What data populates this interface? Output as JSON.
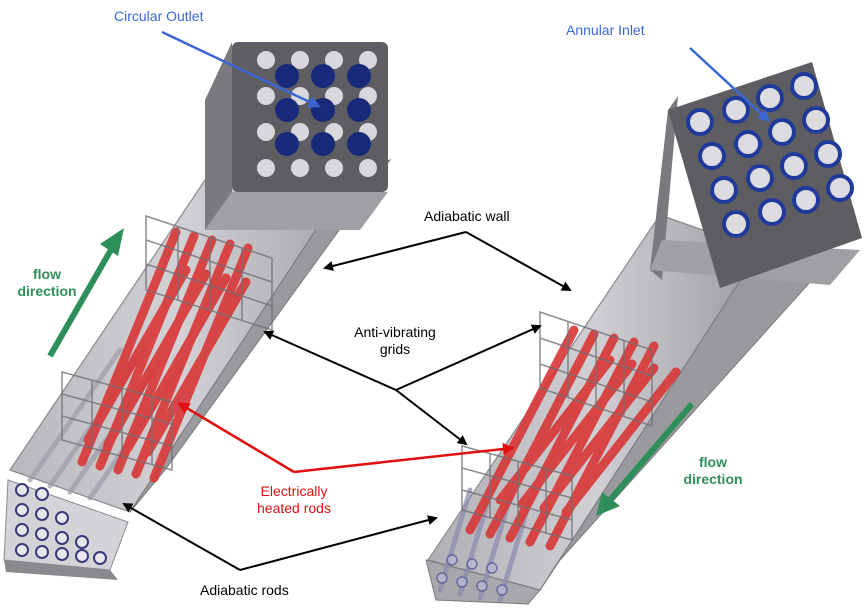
{
  "labels": {
    "circular_outlet": "Circular Outlet",
    "annular_inlet": "Annular Inlet",
    "adiabatic_wall": "Adiabatic wall",
    "anti_vibrating_line1": "Anti-vibrating",
    "anti_vibrating_line2": "grids",
    "heated_line1": "Electrically",
    "heated_line2": "heated rods",
    "adiabatic_rods": "Adiabatic rods",
    "flow_left_line1": "flow",
    "flow_left_line2": "direction",
    "flow_right_line1": "flow",
    "flow_right_line2": "direction"
  },
  "colors": {
    "blue_label": "#3a66d6",
    "black_label": "#000000",
    "red_label": "#e01010",
    "green_label": "#2e8f5a",
    "duct_dark": "#5e5e62",
    "duct_mid": "#8c8c90",
    "duct_light": "#c4c4c8",
    "heated_rod": "#d83a3a",
    "outlet_fill": "#1a2a7a",
    "inlet_ring": "#1f3a9a"
  }
}
